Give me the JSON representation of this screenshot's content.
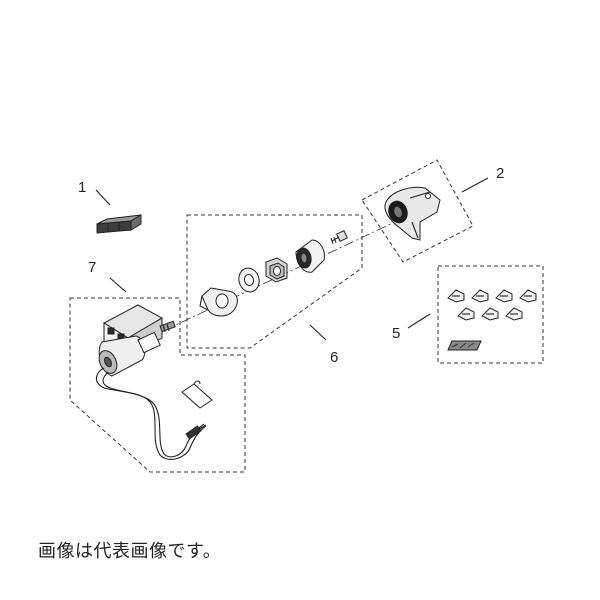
{
  "callouts": {
    "p1": "1",
    "p2": "2",
    "p5": "5",
    "p6": "6",
    "p7": "7"
  },
  "caption": "画像は代表画像です。"
}
